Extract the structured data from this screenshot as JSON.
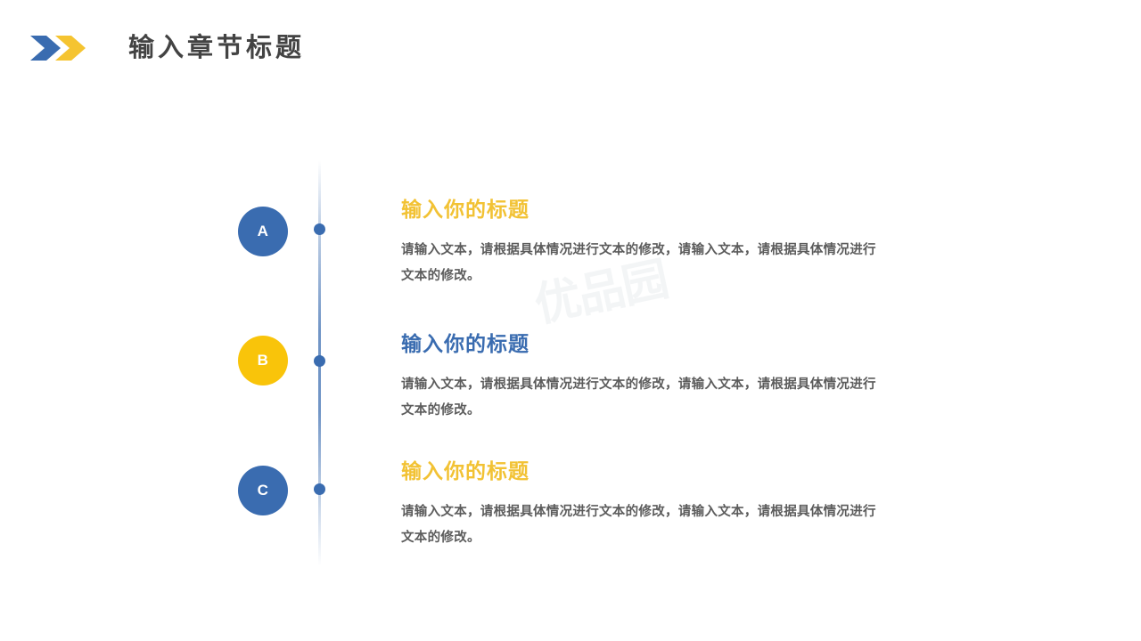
{
  "header": {
    "title": "输入章节标题",
    "logo_icon": "double-chevron-right-icon",
    "chevron_colors": [
      "#3a6cb0",
      "#f5c431"
    ]
  },
  "watermark": {
    "text": "优品园"
  },
  "timeline": {
    "line_color": "#3a6cb0",
    "dot_color": "#3a6cb0"
  },
  "items": [
    {
      "badge": "A",
      "badge_color": "#3a6cb0",
      "badge_text_color": "#ffffff",
      "title": "输入你的标题",
      "title_color": "#f2c234",
      "body": "请输入文本，请根据具体情况进行文本的修改，请输入文本，请根据具体情况进行文本的修改。"
    },
    {
      "badge": "B",
      "badge_color": "#f9c40a",
      "badge_text_color": "#ffffff",
      "title": "输入你的标题",
      "title_color": "#3a6cb0",
      "body": "请输入文本，请根据具体情况进行文本的修改，请输入文本，请根据具体情况进行文本的修改。"
    },
    {
      "badge": "C",
      "badge_color": "#3a6cb0",
      "badge_text_color": "#ffffff",
      "title": "输入你的标题",
      "title_color": "#f2c234",
      "body": "请输入文本，请根据具体情况进行文本的修改，请输入文本，请根据具体情况进行文本的修改。"
    }
  ]
}
